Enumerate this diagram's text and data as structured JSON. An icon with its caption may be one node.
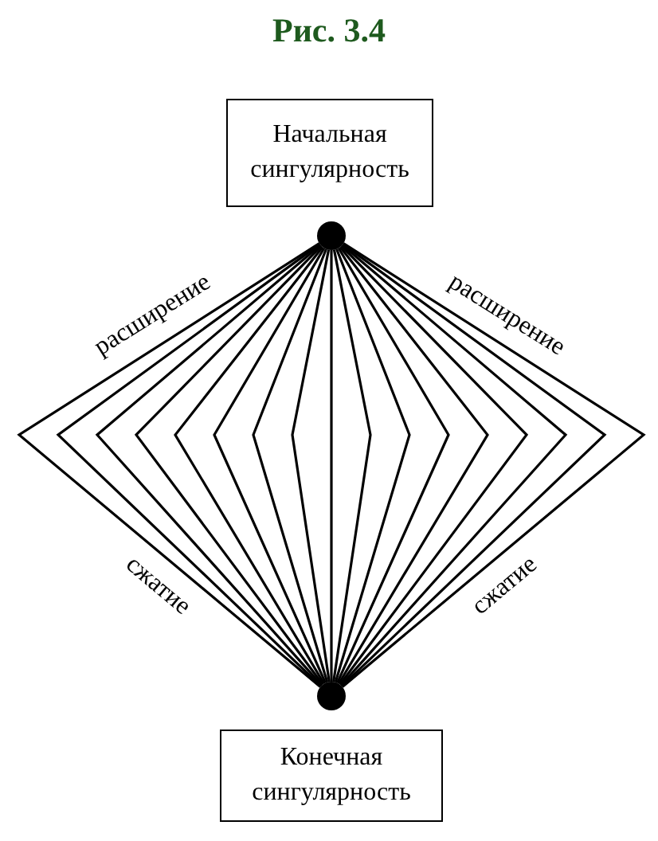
{
  "diagram": {
    "title": "Рис. 3.4",
    "nodes": [
      {
        "text": [
          "Начальная сингулярность"
        ]
      },
      {
        "text": [],
        "shape": "circle"
      },
      {
        "text": [],
        "shape": "circle"
      },
      {
        "text": [
          "Конечная сингулярность"
        ]
      }
    ],
    "edges": [
      {
        "from": 1,
        "to": 2,
        "arrow": "none"
      },
      {
        "from": 1,
        "to": 2,
        "arrow": "none"
      },
      {
        "from": 1,
        "to": 2,
        "arrow": "none"
      },
      {
        "from": 1,
        "to": 2,
        "arrow": "none"
      },
      {
        "from": 1,
        "to": 2,
        "arrow": "none"
      },
      {
        "from": 1,
        "to": 2,
        "arrow": "none"
      },
      {
        "from": 1,
        "to": 2,
        "arrow": "none"
      },
      {
        "from": 1,
        "to": 2,
        "arrow": "none"
      },
      {
        "from": 1,
        "to": 2,
        "arrow": "none"
      },
      {
        "from": 1,
        "to": 2,
        "arrow": "none"
      },
      {
        "from": 1,
        "to": 2,
        "arrow": "none"
      },
      {
        "from": 1,
        "to": 2,
        "arrow": "none"
      },
      {
        "from": 1,
        "to": 2,
        "arrow": "none"
      },
      {
        "from": 1,
        "to": 2,
        "arrow": "none"
      },
      {
        "from": 1,
        "to": 2,
        "arrow": "none"
      },
      {
        "from": 1,
        "to": 2,
        "arrow": "none"
      },
      {
        "from": 1,
        "to": 2,
        "arrow": "none"
      }
    ],
    "labels": [
      "расширение",
      "расширение",
      "сжатие",
      "сжатие"
    ]
  }
}
